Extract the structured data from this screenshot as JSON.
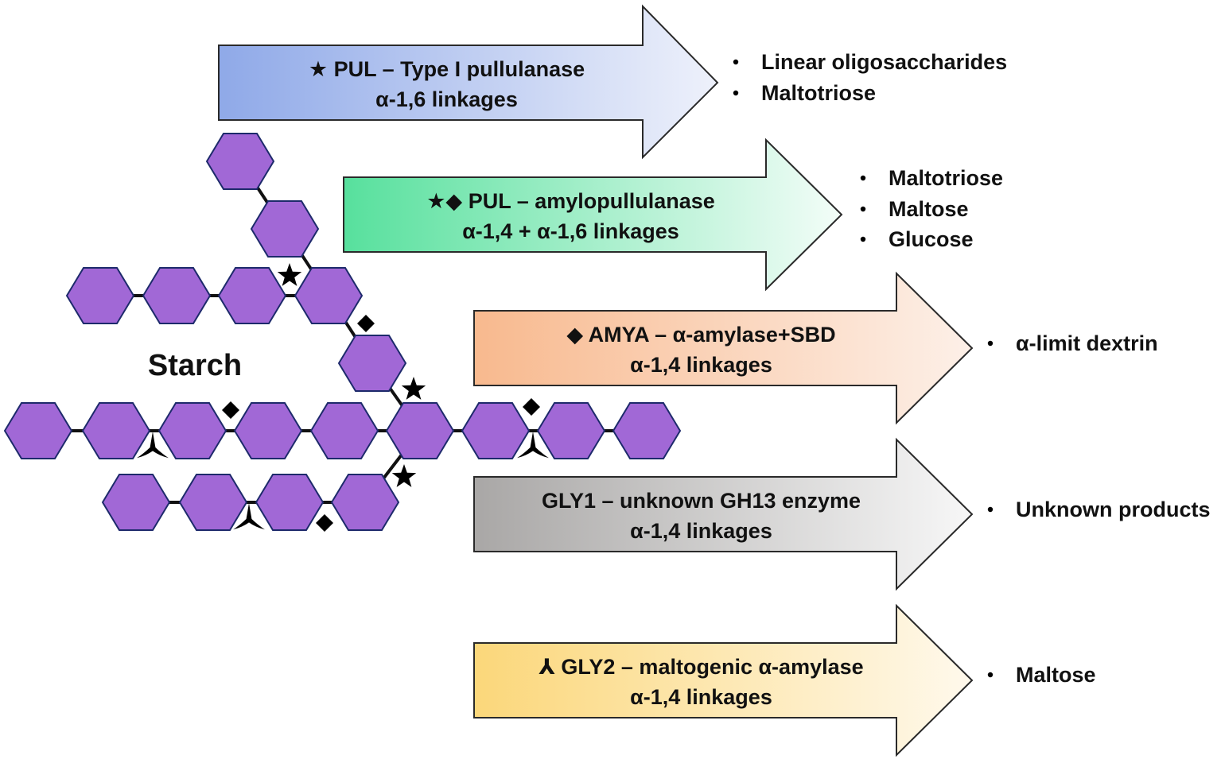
{
  "starch_label": "Starch",
  "enzymes": [
    {
      "symbol": "★",
      "title": "PUL – Type I pullulanase",
      "linkage": "α-1,6 linkages",
      "gradient": [
        "#8fa9e8",
        "#eef1fb"
      ],
      "products": [
        "Linear oligosaccharides",
        "Maltotriose"
      ]
    },
    {
      "symbol": "★◆",
      "title": "PUL – amylopullulanase",
      "linkage": "α-1,4 + α-1,6 linkages",
      "gradient": [
        "#57e09d",
        "#f3fdf8"
      ],
      "products": [
        "Maltotriose",
        "Maltose",
        "Glucose"
      ]
    },
    {
      "symbol": "◆",
      "title": "AMYA – α-amylase+SBD",
      "linkage": "α-1,4 linkages",
      "gradient": [
        "#f8b98e",
        "#fdf0e8"
      ],
      "products": [
        "α-limit dextrin"
      ]
    },
    {
      "symbol": "",
      "title": "GLY1 – unknown GH13 enzyme",
      "linkage": "α-1,4 linkages",
      "gradient": [
        "#a9a7a6",
        "#f7f7f7"
      ],
      "products": [
        "Unknown products"
      ]
    },
    {
      "symbol": "⅄",
      "title": "GLY2 – maltogenic α-amylase",
      "linkage": "α-1,4 linkages",
      "gradient": [
        "#fbd77a",
        "#fff9ec"
      ],
      "products": [
        "Maltose"
      ]
    }
  ],
  "colors": {
    "glucose_fill": "#a168d6",
    "glucose_stroke": "#1d2a6b",
    "bond": "#111111",
    "arrow_stroke": "#2a2a2a"
  }
}
